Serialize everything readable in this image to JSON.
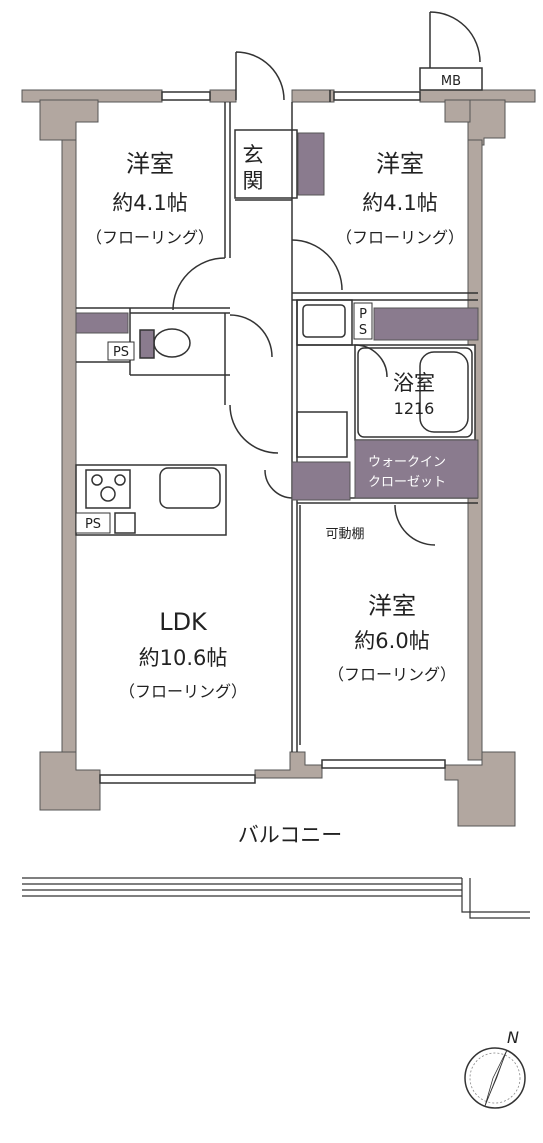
{
  "rooms": {
    "western_nw": {
      "name": "洋室",
      "size": "約4.1帖",
      "floor": "（フローリング）"
    },
    "western_ne": {
      "name": "洋室",
      "size": "約4.1帖",
      "floor": "（フローリング）"
    },
    "western_se": {
      "name": "洋室",
      "size": "約6.0帖",
      "floor": "（フローリング）"
    },
    "ldk": {
      "name": "LDK",
      "size": "約10.6帖",
      "floor": "（フローリング）"
    },
    "bath": {
      "name": "浴室",
      "size": "1216"
    },
    "walk_in_closet": {
      "line1": "ウォークイン",
      "line2": "クローゼット"
    }
  },
  "labels": {
    "entrance_1": "玄",
    "entrance_2": "関",
    "mb": "MB",
    "ps_toilet": "PS",
    "ps_kitchen": "PS",
    "ps_bath_p": "P",
    "ps_bath_s": "S",
    "movable_shelf": "可動棚",
    "balcony": "バルコニー",
    "north": "N"
  },
  "colors": {
    "wall": "#b2a7a0",
    "storage": "#8a7b8e",
    "line": "#333333"
  }
}
